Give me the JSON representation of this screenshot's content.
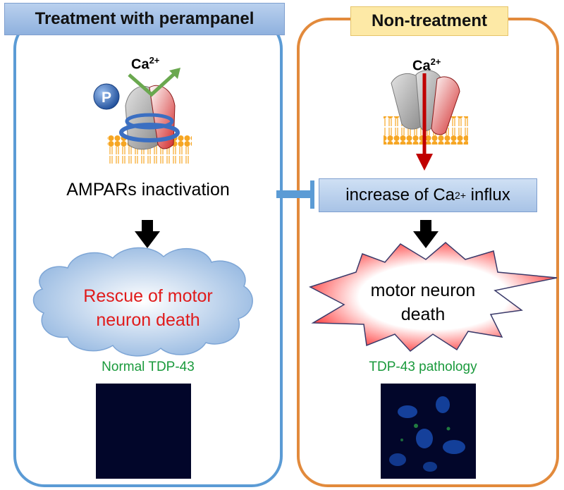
{
  "left_panel": {
    "title": "Treatment with perampanel",
    "ca_label": "Ca",
    "ca_sup": "2+",
    "p_label": "P",
    "receptor_label": "AMPARs inactivation",
    "outcome_lines": [
      "Rescue of motor",
      "neuron death"
    ],
    "caption": "Normal TDP-43"
  },
  "right_panel": {
    "title": "Non-treatment",
    "ca_label": "Ca",
    "ca_sup": "2+",
    "influx_prefix": "increase of Ca",
    "influx_sup": "2+",
    "influx_suffix": " influx",
    "outcome_lines": [
      "motor neuron",
      "death"
    ],
    "caption": "TDP-43 pathology"
  },
  "colors": {
    "left_frame": "#5b9bd5",
    "right_frame": "#e28a3c",
    "green_arrow": "#6aa84f",
    "red_arrow": "#c00000",
    "rescue_text": "#e01b1b",
    "caption_green": "#1a9a3c"
  }
}
